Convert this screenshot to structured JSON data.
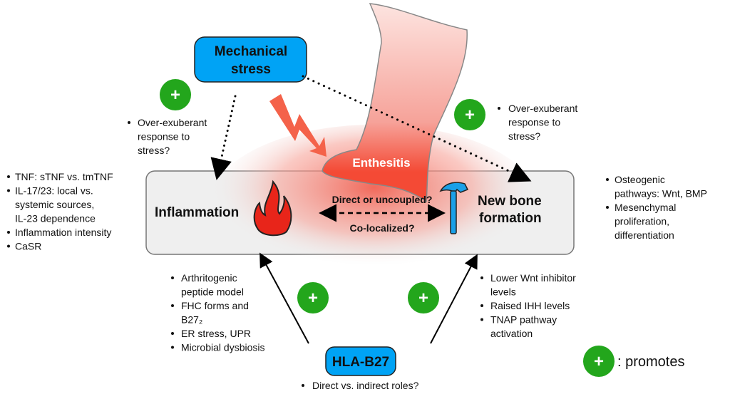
{
  "nodes": {
    "mechanical_stress": [
      "Mechanical",
      "stress"
    ],
    "enthesitis": "Enthesitis",
    "inflammation": "Inflammation",
    "new_bone": [
      "New bone",
      "formation"
    ],
    "hla_b27": "HLA-B27",
    "direct_uncoupled": "Direct or uncoupled?",
    "colocalized": "Co-localized?"
  },
  "lists": {
    "inflammation_factors": [
      "TNF: sTNF vs. tmTNF",
      "IL-17/23: local vs.",
      "systemic sources,",
      "IL-23 dependence",
      "Inflammation intensity",
      "CaSR"
    ],
    "bone_factors": [
      "Osteogenic",
      "pathways: Wnt, BMP",
      "Mesenchymal",
      "proliferation,",
      "differentiation"
    ],
    "stress_left": [
      "Over-exuberant",
      "response to",
      "stress?"
    ],
    "stress_right": [
      "Over-exuberant",
      "response to",
      "stress?"
    ],
    "hla_inflammation": [
      "Arthritogenic",
      "peptide model",
      "FHC forms and",
      "B27₂",
      "ER stress, UPR",
      "Microbial dysbiosis"
    ],
    "hla_bone": [
      "Lower Wnt inhibitor",
      "levels",
      "Raised IHH levels",
      "TNAP pathway",
      "activation"
    ],
    "hla_roles": "Direct vs. indirect roles?"
  },
  "legend": {
    "symbol": "+",
    "label": ": promotes"
  },
  "colors": {
    "box_blue": "#00a3f5",
    "promote_green": "#23a61c",
    "inflammation_red": "#e8251a",
    "hammer_blue": "#1aa0e8"
  },
  "icons": [
    "lightning-icon",
    "fire-icon",
    "hammer-icon",
    "plus-icon"
  ]
}
